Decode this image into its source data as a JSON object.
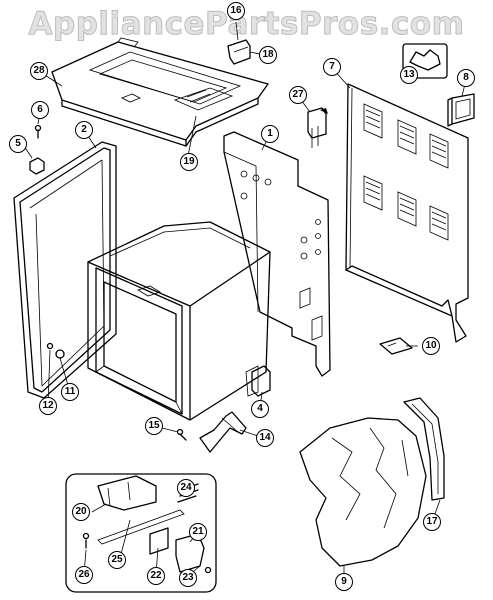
{
  "watermark": "AppliancePartsPros.com",
  "callouts": [
    "1",
    "2",
    "4",
    "5",
    "6",
    "7",
    "8",
    "9",
    "10",
    "11",
    "12",
    "13",
    "14",
    "15",
    "16",
    "17",
    "18",
    "19",
    "20",
    "21",
    "22",
    "23",
    "24",
    "25",
    "26",
    "27",
    "28"
  ]
}
